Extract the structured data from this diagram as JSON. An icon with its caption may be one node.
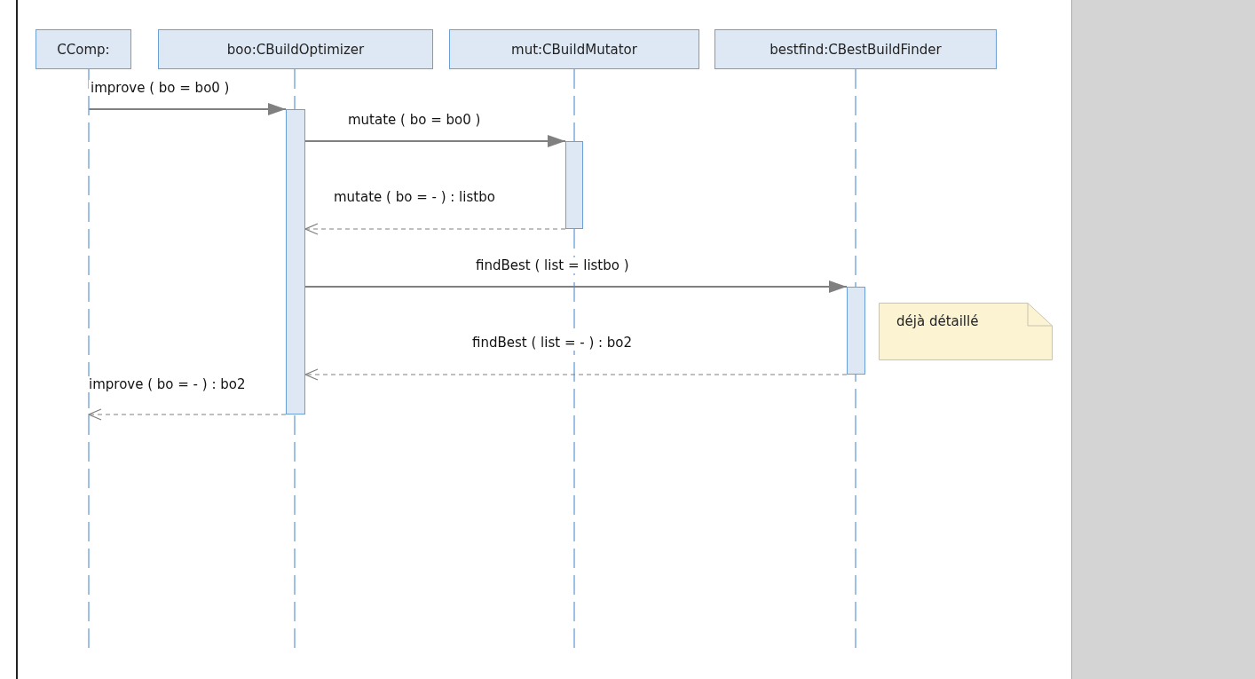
{
  "diagram": {
    "nodes": [
      {
        "text": [
          "CComp:"
        ]
      },
      {
        "text": [
          "boo:CBuildOptimizer"
        ]
      },
      {
        "text": [
          "mut:CBuildMutator"
        ]
      },
      {
        "text": [
          "bestfind:CBestBuildFinder"
        ]
      },
      {
        "text": [],
        "shape": "bar"
      },
      {
        "text": [],
        "shape": "bar"
      },
      {
        "text": [],
        "shape": "bar"
      },
      {
        "text": [
          "déjà détaillé"
        ]
      }
    ],
    "edges": [
      {
        "from": 0,
        "to": 4,
        "arrow": "to",
        "label": "improve ( bo = bo0 )"
      },
      {
        "from": 4,
        "to": 5,
        "arrow": "to",
        "label": "mutate ( bo = bo0 )"
      },
      {
        "from": 5,
        "to": 4,
        "arrow": "to",
        "label": "mutate ( bo = - ) : listbo",
        "style": "dashed"
      },
      {
        "from": 4,
        "to": 6,
        "arrow": "to",
        "label": "findBest ( list = listbo )"
      },
      {
        "from": 6,
        "to": 4,
        "arrow": "to",
        "label": "findBest ( list = - ) : bo2",
        "style": "dashed"
      },
      {
        "from": 4,
        "to": 0,
        "arrow": "to",
        "label": "improve ( bo = - ) : bo2",
        "style": "dashed"
      }
    ]
  }
}
